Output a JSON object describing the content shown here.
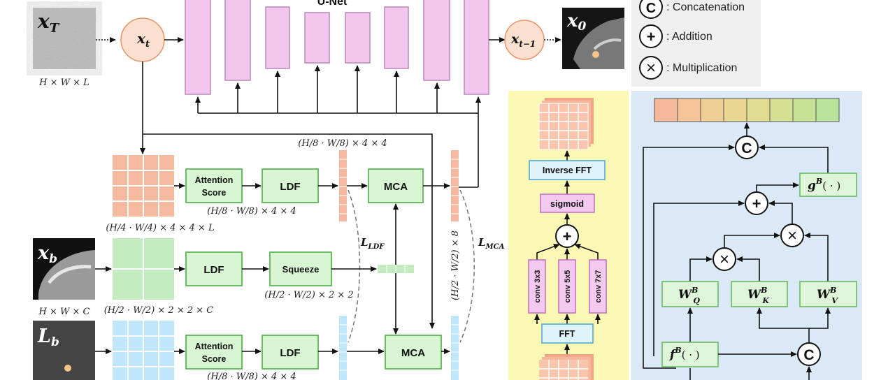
{
  "unet": {
    "title": "U-Net"
  },
  "inputs": {
    "xT": {
      "symbol": "x",
      "sub": "T",
      "dims": "H × W × L"
    },
    "xt": {
      "symbol": "x",
      "sub": "t"
    },
    "xt1": {
      "symbol": "x",
      "sub": "t−1"
    },
    "x0": {
      "symbol": "x",
      "sub": "0"
    },
    "xb": {
      "symbol": "x",
      "sub": "b",
      "dims": "H × W × C"
    },
    "Lb": {
      "symbol": "L",
      "sub": "b"
    }
  },
  "legend": {
    "concat": {
      "glyph": "C",
      "text": ": Concatenation"
    },
    "add": {
      "glyph": "+",
      "text": ": Addition"
    },
    "mult": {
      "glyph": "×",
      "text": ": Multiplication"
    }
  },
  "blocks": {
    "attention1": [
      "Attention",
      "Score"
    ],
    "ldf1": "LDF",
    "mca1": "MCA",
    "ldf2": "LDF",
    "squeeze": "Squeeze",
    "attention2": [
      "Attention",
      "Score"
    ],
    "ldf3": "LDF",
    "mca2": "MCA"
  },
  "dims": {
    "top_mca_in": "(H/8 · W/8) × 4 × 4",
    "ldf1_out": "(H/8 · W/8) × 4 × 4",
    "grid1": "(H/4 · W/4) × 4 × 4 × L",
    "grid2": "(H/2 · W/2) × 2 × 2 × C",
    "squeeze_out": "(H/2 · W/2) × 2 × 2",
    "ldf3_out": "(H/8 · W/8) × 4 × 4",
    "vertical": "(H/2 · W/2) × 8"
  },
  "losses": {
    "ldf": {
      "symbol": "L",
      "sub": "LDF"
    },
    "mca": {
      "symbol": "L",
      "sub": "MCA"
    }
  },
  "fft_panel": {
    "inverse_fft": "Inverse FFT",
    "sigmoid": "sigmoid",
    "add": "+",
    "convs": [
      "conv 3x3",
      "conv 5x5",
      "conv 7x7"
    ],
    "fft": "FFT",
    "colors": {
      "bg": "#fbf8b4",
      "box": "#dff3fb",
      "sig": "#f4c9ef"
    }
  },
  "attn_panel": {
    "concat_top": "C",
    "concat_bottom": "C",
    "add": "+",
    "mult_left": "×",
    "mult_right": "×",
    "g": {
      "symbol": "g",
      "sup": "B",
      "arg": "( · )"
    },
    "f": {
      "symbol": "f",
      "sup": "B",
      "arg": "( · )"
    },
    "wq": {
      "symbol": "W",
      "sup": "B",
      "sub": "Q"
    },
    "wk": {
      "symbol": "W",
      "sup": "B",
      "sub": "K"
    },
    "wv": {
      "symbol": "W",
      "sup": "B",
      "sub": "V"
    },
    "colors": {
      "bg": "#dbe9f6",
      "green": "#dff5d9"
    },
    "strip_colors": [
      "#f6b89a",
      "#f3c497",
      "#efcf94",
      "#e9d690",
      "#e0dc90",
      "#d5e092",
      "#c8e295",
      "#b9e39a"
    ]
  },
  "colors": {
    "unet": "#f2c6ef",
    "unet_border": "#b98ab8",
    "salmon": "#f5b9a0",
    "green_grid": "#c5ebc1",
    "blue_grid": "#bfe6f9",
    "block": "#d8f6d2",
    "block_border": "#5fb55a",
    "node": "#fbe0d0",
    "node_border": "#e8956d"
  }
}
